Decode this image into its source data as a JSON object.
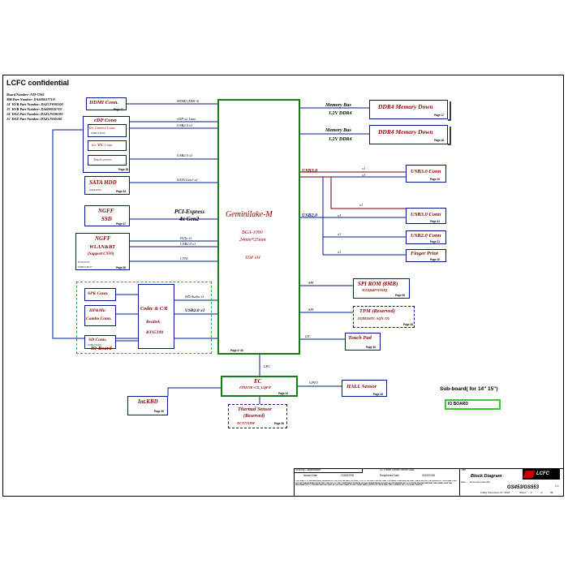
{
  "header": {
    "confidential": "LCFC confidential",
    "lines": [
      "Board Number:  NM-C961",
      "MB Part Number:  DA60001771O",
      "14' IO/B Part Number:  DAZ1JW00100",
      "15' IO/B Part Number:  DA60001671O",
      "14' DAZ Part Number:  DAZ1JW00100",
      "15' DAZ Part Number:  DAZ1JY00100"
    ]
  },
  "cpu": {
    "name": "Geminilake-M",
    "package": "BGA-1090",
    "size": "24mm*25mm",
    "tdp": "TDP 6W",
    "page": "Page 4~16"
  },
  "blocks": {
    "hdmi": {
      "label": "HDMI Conn.",
      "page": "Page 32"
    },
    "edp": {
      "label": "eDP Conn",
      "sub": [
        "Int. Camera Conn.",
        "USB2.0 Port9",
        "Int. MIC Conn.",
        "Touch screen"
      ],
      "page": "Page 28"
    },
    "sata": {
      "label": "SATA HDD",
      "sub": "SATA Port0",
      "page": "Page 43"
    },
    "ngff_ssd": {
      "label": "NGFF",
      "label2": "SSD",
      "page": "Page 37"
    },
    "ngff_wlan": {
      "label": "NGFF",
      "label2": "WLAN&BT",
      "label3": "(Support CNVi)",
      "sub": [
        "PCIe Port5",
        "USB2.0 Port7"
      ],
      "page": "Page 39"
    },
    "spk": {
      "label": "SPK Conn."
    },
    "hp": {
      "label": "HP&Mic",
      "label2": "Combo Conn."
    },
    "sd": {
      "label": "SD Conn.",
      "sub": "USB2.0 Port6"
    },
    "codec": {
      "label": "Codec & C/R",
      "vendor": "Realtek",
      "part": "RTS5199"
    },
    "io_board": {
      "label": "IO Board"
    },
    "ddr1": {
      "label": "DDR4 Memory Down",
      "page": "Page 17"
    },
    "ddr2": {
      "label": "DDR4 Memory Down",
      "page": "Page 18"
    },
    "usb30_1": {
      "label": "USB3.0 Conn",
      "page": "Page 29"
    },
    "usb30_2": {
      "label": "USB3.0 Conn",
      "page": "Page 31"
    },
    "usb20": {
      "label": "USB2.0 Conn",
      "page": "Page 31"
    },
    "finger": {
      "label": "Finger Print",
      "page": "Page 30"
    },
    "spirom": {
      "label": "SPI ROM (8MB)",
      "part": "W25Q64FWSSIQ",
      "page": "Page 06"
    },
    "tpm": {
      "label": "TPM  (Reserved)",
      "part": "Z32H330TC-SQN-725",
      "page": "Page 26"
    },
    "touchpad": {
      "label": "Touch Pad",
      "page": "Page 40"
    },
    "ec": {
      "label": "EC",
      "part": "IT8227E-CX_LQFP",
      "page": "Page 44"
    },
    "hall": {
      "label": "HALL Sensor",
      "page": "Page 45"
    },
    "kbd": {
      "label": "Int.KBD",
      "page": "Page 40"
    },
    "thermal": {
      "label": "Thermal Sensor",
      "label2": "(Reserved)",
      "part": "NCT7718W",
      "page": "Page 36"
    }
  },
  "signals": {
    "hdmi": "HDMI (DDI 0)",
    "edp": "eDP x2 Lane",
    "usb_cam": "USB2.0 x1",
    "usb_touch": "USB2.0 x1",
    "sata": "SATA Gen3 x1",
    "pcie": "PCI-Express",
    "pcie2": "4x Gen2",
    "pcie_wlan": "PCIe x1",
    "usb_wlan": "USB2.0 x1",
    "cnvi": "CNVi",
    "hda": "HD Audio x1",
    "usb_codec": "USB2.0 x1",
    "mem1": "Memory Bus",
    "mem1v": "1.2V  DDR4",
    "mem2": "Memory Bus",
    "mem2v": "1.2V  DDR4",
    "usb30": "USB3.0",
    "usb20": "USB2.0",
    "x1a": "x1",
    "x1b": "x1",
    "x1c": "x1",
    "x1d": "x1",
    "x1e": "x1",
    "x1f": "x1",
    "spi1": "SPI",
    "spi2": "SPI",
    "i2c": "I2C",
    "lpc": "LPC",
    "gpio": "GPIO"
  },
  "subboard": {
    "label": "Sub-board( for 14\"  15\")",
    "io": "IO BOARD"
  },
  "title_block": {
    "security": "Security Classification",
    "center": "LC Future Center Secret Data",
    "issued_label": "Issued Date",
    "issued": "2018/07/08",
    "deciphered_label": "Deciphered Date",
    "deciphered": "2019/07/08",
    "title_label": "Title",
    "title": "Block Diagram",
    "doc_label": "Document Number",
    "doc": "GS453/GS553",
    "size_label": "Size",
    "rev": "1.0",
    "date_line": "Friday, December 07, 2018",
    "sheet": "Sheet",
    "sheet_no": "2",
    "of": "of",
    "total": "99",
    "logo": "LCFC",
    "notice": "THIS SHEET OF ENGINEERING DRAWING IS THE PROPRIETARY PROPERTY OF LC FUTURE CENTER. AND CONTAINS CONFIDENTIAL AND TRADE SECRET INFORMATION. THIS SHEET MAY NOT BE TRANSFERED FROM THE CUSTODY OF THE COMPETENT DIVISION OF R&D DEPARTMENT EXCEPT AS AUTHORIZED BY LC FUTURE CENTER NEITHER THIS SHEET NOR THE INFORMATION IT CONTAINS MAY BE USED BY OR DISCLOSED TO ANY THIRD PARTY WITHOUT PRIOR WRITTEN CONSENT OF LC FUTURE CENTER."
  },
  "colors": {
    "line": "#001a8a",
    "cpu": "#1a7a1a",
    "label": "#8b0000",
    "usb3": "#6b0000",
    "dash": "#33aa33"
  }
}
